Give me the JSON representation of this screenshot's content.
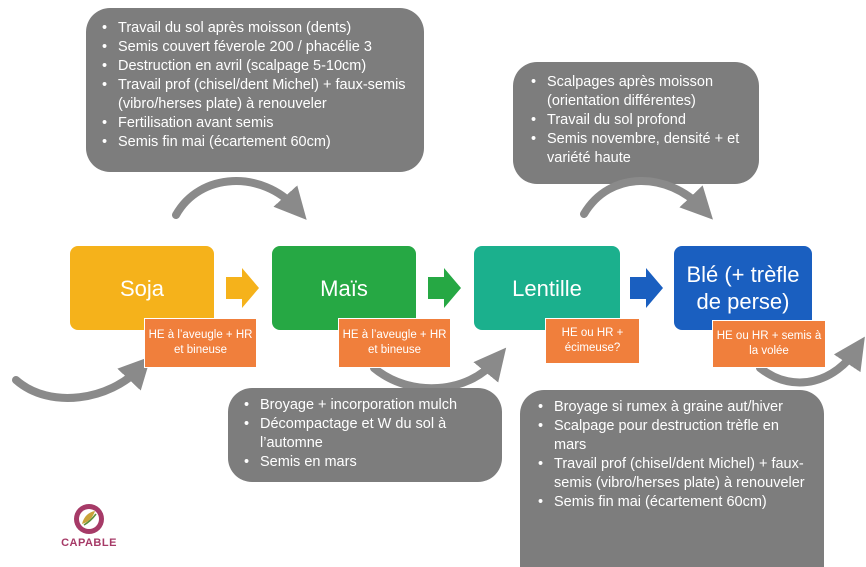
{
  "notes": {
    "soja_mais": [
      "Travail du sol après moisson (dents)",
      "Semis couvert féverole 200 / phacélie 3",
      "Destruction en avril (scalpage 5-10cm)",
      "Travail prof (chisel/dent Michel) + faux-semis (vibro/herses plate) à renouveler",
      "Fertilisation avant semis",
      "Semis fin mai (écartement 60cm)"
    ],
    "lentille_ble": [
      "Scalpages après moisson (orientation différentes)",
      "Travail du sol profond",
      "Semis novembre, densité + et variété haute"
    ],
    "mais_lentille": [
      "Broyage + incorporation mulch",
      "Décompactage et W du sol à l’automne",
      "Semis en mars"
    ],
    "ble_soja": [
      "Broyage si rumex à graine aut/hiver",
      "Scalpage pour destruction trèfle en mars",
      "Travail prof (chisel/dent Michel) + faux-semis (vibro/herses plate) à renouveler",
      "Semis fin mai (écartement 60cm)"
    ]
  },
  "crops": {
    "soja": "Soja",
    "mais": "Maïs",
    "lentille": "Lentille",
    "ble": "Blé (+ trèfle de perse)"
  },
  "herbicide": {
    "soja": "HE à l’aveugle + HR et bineuse",
    "mais": "HE à l’aveugle + HR et bineuse",
    "lentille": "HE ou HR + écimeuse?",
    "ble": "HE ou HR + semis à la volée"
  },
  "logo": {
    "text": "CAPABLE"
  },
  "colors": {
    "soja": "#f5b21b",
    "mais": "#26a844",
    "lentille": "#1bb08d",
    "ble": "#1a5fc0",
    "herb": "#f07f3c",
    "note": "#7d7d7d"
  }
}
